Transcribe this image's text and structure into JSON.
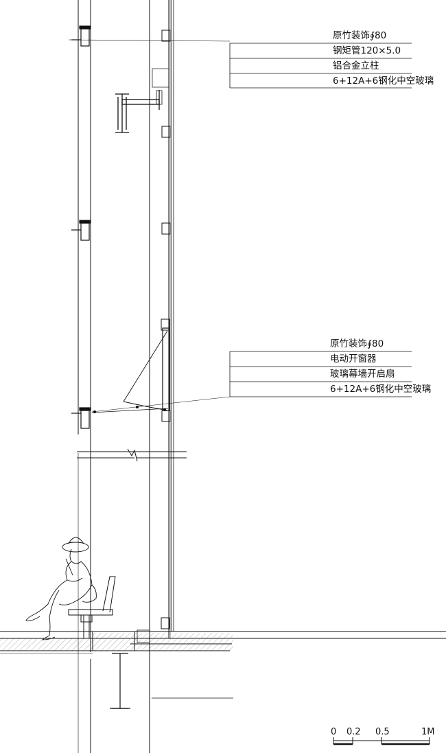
{
  "callouts": {
    "upper": {
      "items": [
        "原竹装饰∮80",
        "钢矩管120×5.0",
        "铝合金立柱",
        "6+12A+6钢化中空玻璃"
      ]
    },
    "lower": {
      "items": [
        "原竹装饰∮80",
        "电动开窗器",
        "玻璃幕墙开启扇",
        "6+12A+6钢化中空玻璃"
      ]
    }
  },
  "scale_bar": {
    "labels": [
      "0",
      "0.2",
      "0.5",
      "1M"
    ]
  }
}
